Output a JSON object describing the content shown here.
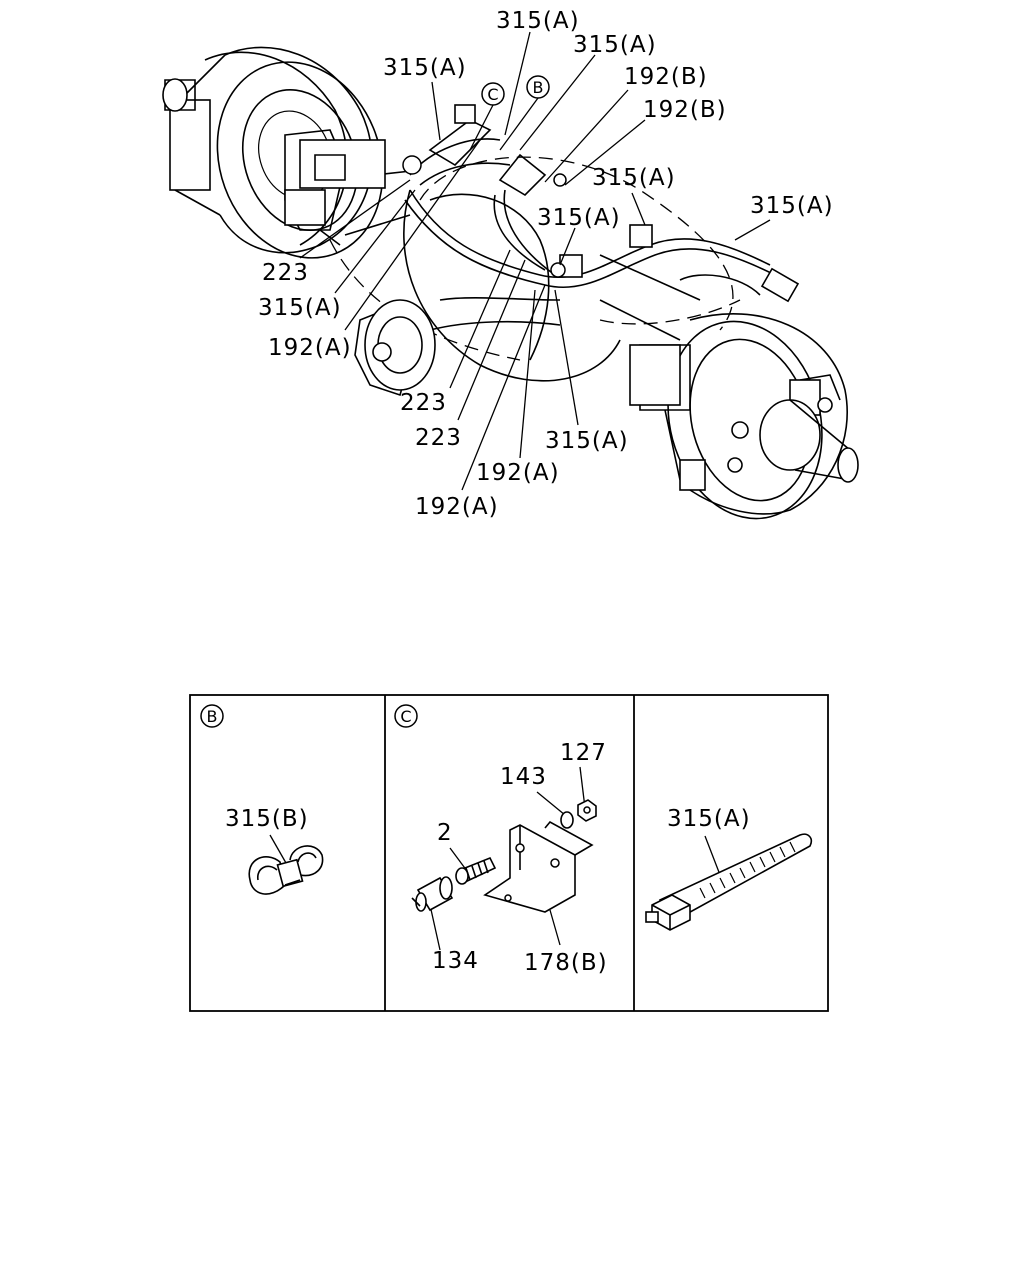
{
  "main_labels": {
    "l315a_top": "315(A)",
    "l315a_2": "315(A)",
    "l315a_3": "315(A)",
    "l192b_1": "192(B)",
    "l192b_2": "192(B)",
    "l315a_4": "315(A)",
    "l315a_5": "315(A)",
    "l315a_6": "315(A)",
    "l223_1": "223",
    "l315a_7": "315(A)",
    "l192a_1": "192(A)",
    "l223_2": "223",
    "l223_3": "223",
    "l315a_8": "315(A)",
    "l192a_2": "192(A)",
    "l192a_3": "192(A)"
  },
  "callouts": {
    "b": "B",
    "c": "C"
  },
  "detail_b": {
    "tag": "B",
    "part": "315(B)"
  },
  "detail_c": {
    "tag": "C",
    "p127": "127",
    "p143": "143",
    "p2": "2",
    "p134": "134",
    "p178b": "178(B)"
  },
  "detail_a": {
    "part": "315(A)"
  }
}
